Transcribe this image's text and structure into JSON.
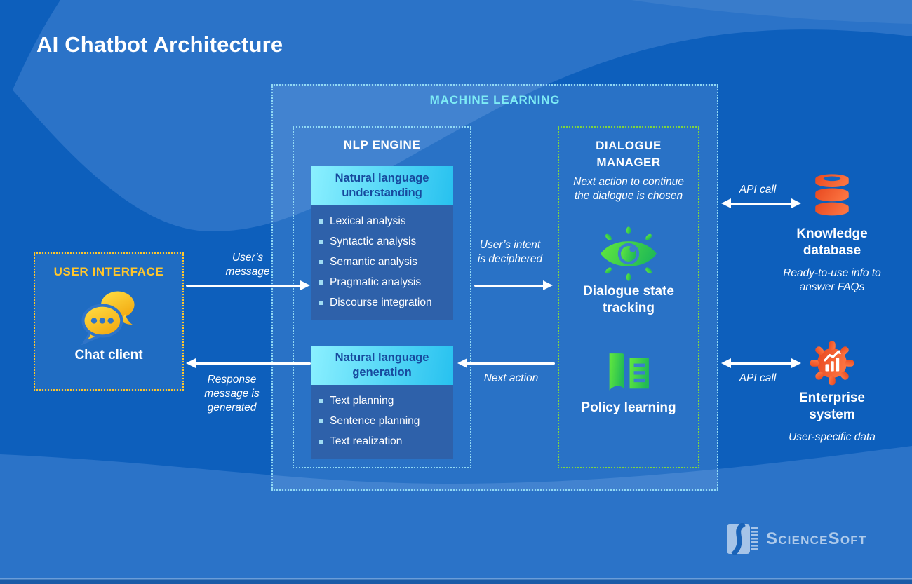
{
  "title": "AI Chatbot Architecture",
  "machine_learning": {
    "label": "MACHINE LEARNING"
  },
  "nlp_engine": {
    "label": "NLP ENGINE",
    "nlu": {
      "title": "Natural language understanding",
      "items": [
        "Lexical analysis",
        "Syntactic analysis",
        "Semantic analysis",
        "Pragmatic analysis",
        "Discourse integration"
      ]
    },
    "nlg": {
      "title": "Natural language generation",
      "items": [
        "Text planning",
        "Sentence planning",
        "Text realization"
      ]
    }
  },
  "dialogue_manager": {
    "label": "DIALOGUE MANAGER",
    "subtitle": "Next action to continue the dialogue is chosen",
    "state_tracking_label": "Dialogue state tracking",
    "policy_label": "Policy learning"
  },
  "user_interface": {
    "label": "USER INTERFACE",
    "client_label": "Chat client"
  },
  "knowledge_database": {
    "title": "Knowledge database",
    "subtitle": "Ready-to-use info to answer FAQs"
  },
  "enterprise_system": {
    "title": "Enterprise system",
    "subtitle": "User-specific data"
  },
  "arrows": {
    "user_message": "User’s message",
    "intent": "User’s intent is deciphered",
    "next_action": "Next action",
    "response": "Response message is generated",
    "api_call_top": "API call",
    "api_call_bottom": "API call"
  },
  "logo": {
    "text": "ScienceSoft"
  },
  "icons": {
    "user_interface": "chat-bubbles-icon",
    "dialogue_state": "eye-icon",
    "policy": "open-book-icon",
    "knowledge": "database-icon",
    "enterprise": "gear-chart-icon",
    "logo": "sciencesoft-s-icon"
  },
  "colors": {
    "background": "#0d5fbc",
    "wave_light": "#2b73c8",
    "ml_border": "#96def6",
    "ml_title": "#7debf5",
    "dm_border": "#7fd63f",
    "ui_accent": "#ffc62b",
    "card_header_from": "#8bf0ff",
    "card_header_to": "#27c1ef",
    "card_header_text": "#174a9e",
    "card_body": "#2e61aa",
    "green_icon_from": "#63e93c",
    "green_icon_to": "#22bb55",
    "orange_icon_from": "#e8481f",
    "orange_icon_to": "#fb7340",
    "yellow_icon_from": "#ffdf45",
    "yellow_icon_to": "#f3ac14"
  }
}
